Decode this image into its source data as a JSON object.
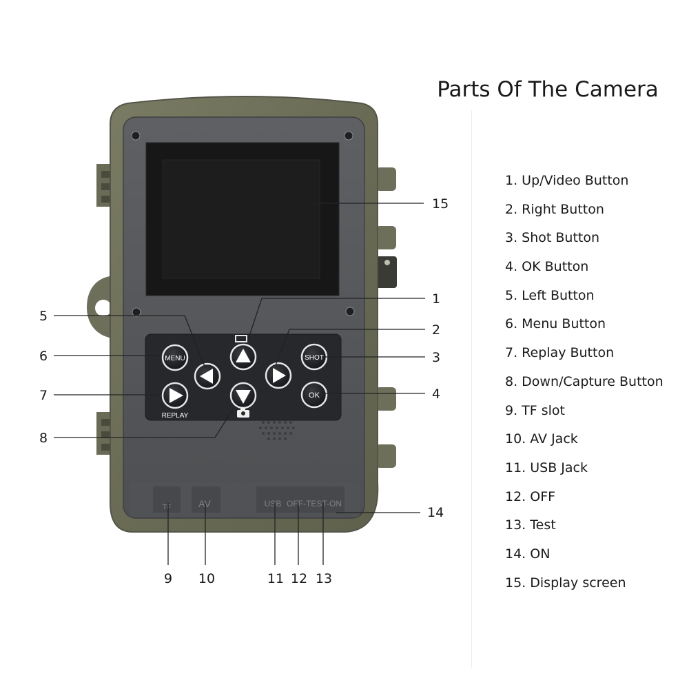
{
  "title": "Parts Of The Camera",
  "colors": {
    "housing": "#6f705a",
    "panel": "#55575a",
    "screen": "#1f1f1f",
    "keypad": "#25272b"
  },
  "parts": [
    "1. Up/Video Button",
    "2. Right Button",
    "3. Shot Button",
    "4. OK Button",
    "5. Left Button",
    "6. Menu Button",
    "7. Replay Button",
    "8. Down/Capture Button",
    "9. TF slot",
    "10. AV Jack",
    "11. USB Jack",
    "12. OFF",
    "13. Test",
    "14. ON",
    "15. Display screen"
  ],
  "callouts": [
    "1",
    "2",
    "3",
    "4",
    "5",
    "6",
    "7",
    "8",
    "9",
    "10",
    "11",
    "12",
    "13",
    "14",
    "15"
  ],
  "camera": {
    "buttons": {
      "menu": "MENU",
      "shot": "SHOT",
      "ok": "OK",
      "replay": "REPLAY"
    },
    "ports": {
      "tf": "TF",
      "av": "AV",
      "usb": "USB",
      "switch": "OFF-TEST-ON"
    }
  }
}
